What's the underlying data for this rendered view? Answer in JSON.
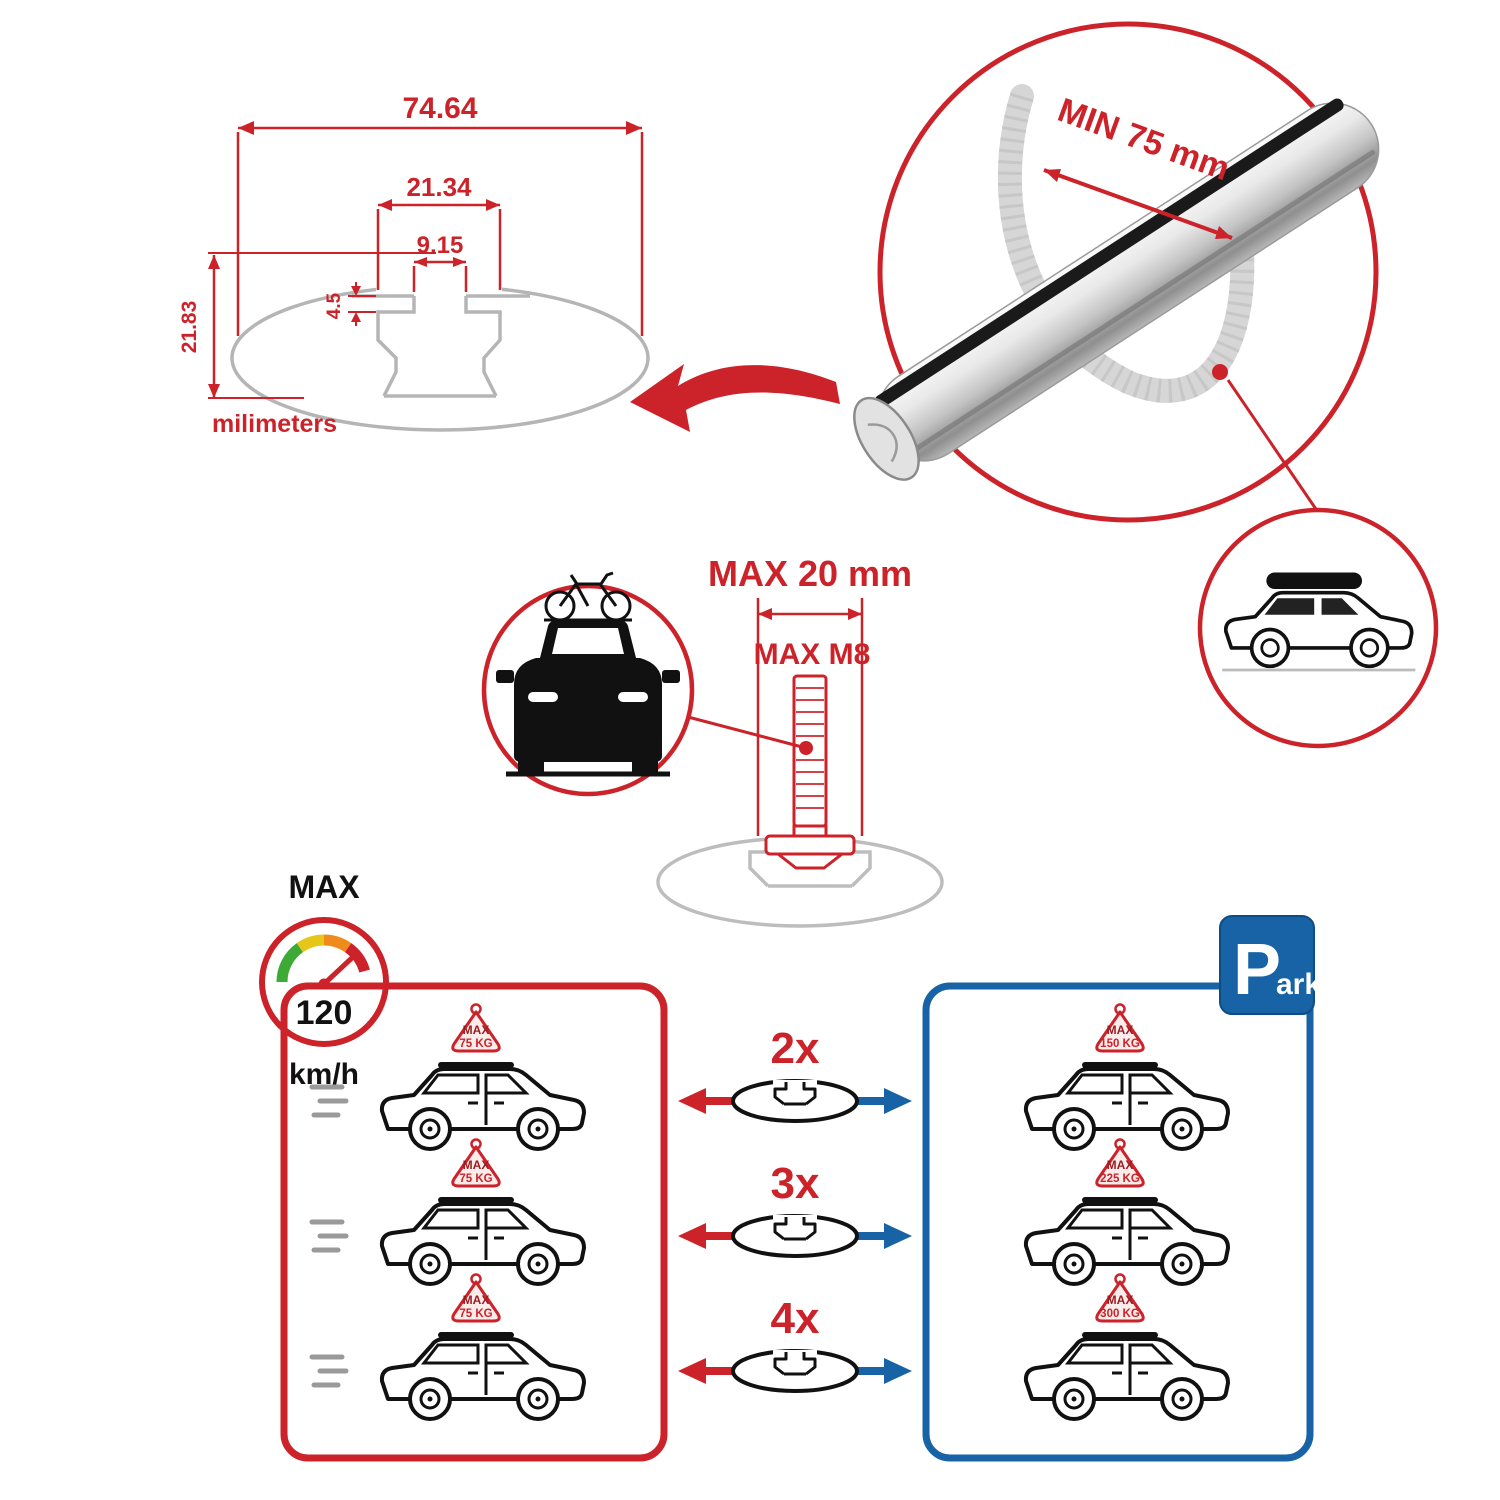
{
  "colors": {
    "red": "#cc2229",
    "blue": "#1763a6",
    "gray": "#b5b5b5",
    "gauge_green": "#3daa35",
    "gauge_yellow": "#e6c619",
    "gauge_orange": "#ef8b1d"
  },
  "dimension_diagram": {
    "total_width": "74.64",
    "channel_outer_width": "21.34",
    "channel_inner_width": "9.15",
    "lip_depth": "4.5",
    "total_height": "21.83",
    "units_label": "milimeters"
  },
  "crossbar_detail": {
    "min_span_label": "MIN 75 mm"
  },
  "bolt_detail": {
    "max_width_label": "MAX 20 mm",
    "max_thread_label": "MAX M8"
  },
  "speed_gauge": {
    "title": "MAX",
    "value": "120",
    "units": "km/h"
  },
  "parking_sign": {
    "letter": "P",
    "suffix": "ark"
  },
  "load_chart": {
    "multipliers": [
      {
        "label": "2x"
      },
      {
        "label": "3x"
      },
      {
        "label": "4x"
      }
    ],
    "driving_cars": [
      {
        "sign_title": "MAX",
        "sign_value": "75 KG"
      },
      {
        "sign_title": "MAX",
        "sign_value": "75 KG"
      },
      {
        "sign_title": "MAX",
        "sign_value": "75 KG"
      }
    ],
    "parked_cars": [
      {
        "sign_title": "MAX",
        "sign_value": "150 KG"
      },
      {
        "sign_title": "MAX",
        "sign_value": "225 KG"
      },
      {
        "sign_title": "MAX",
        "sign_value": "300 KG"
      }
    ]
  }
}
